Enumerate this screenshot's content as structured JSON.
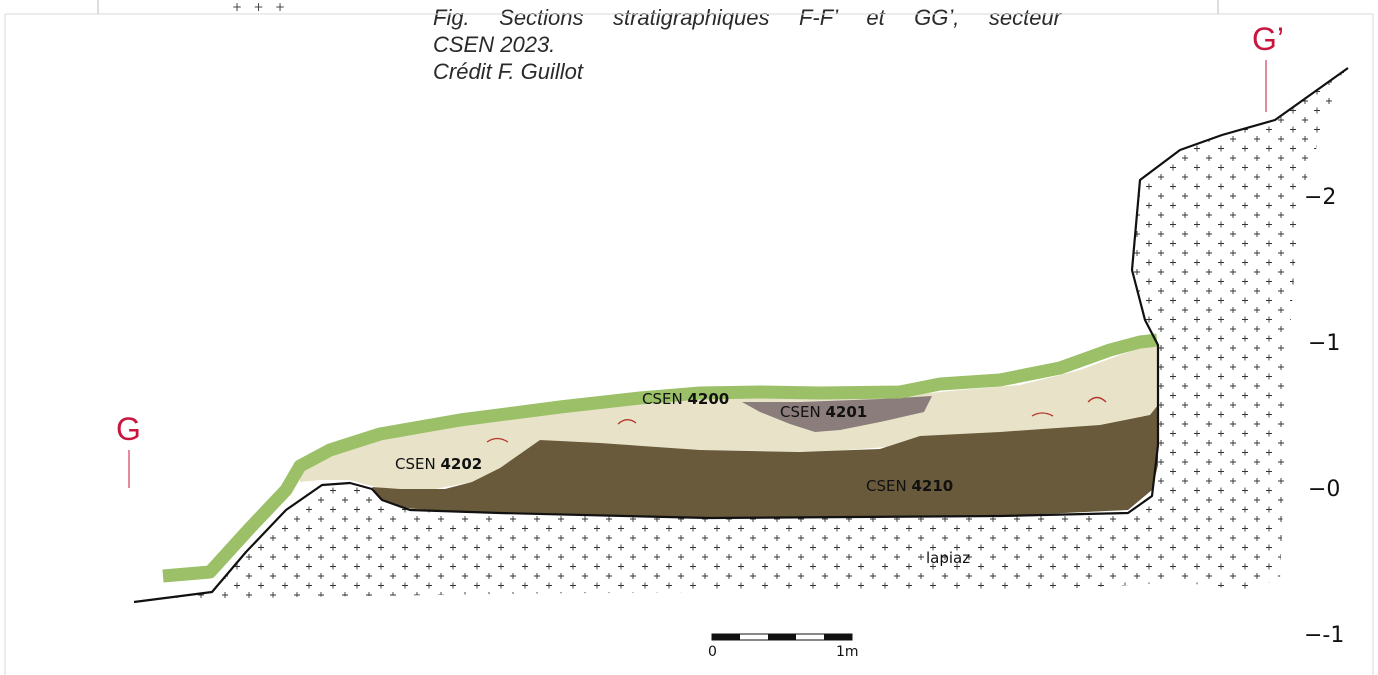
{
  "caption": {
    "line1": "Fig.  Sections  stratigraphiques F-F’  et  GG’,  secteur",
    "line2": "CSEN 2023.",
    "line3": "Crédit F. Guillot"
  },
  "section_markers": {
    "start": "G",
    "end": "G’",
    "color": "#c8163e"
  },
  "layers": {
    "l4200": {
      "prefix": "CSEN ",
      "code": "4200"
    },
    "l4201": {
      "prefix": "CSEN ",
      "code": "4201"
    },
    "l4202": {
      "prefix": "CSEN ",
      "code": "4202"
    },
    "l4210": {
      "prefix": "CSEN ",
      "code": "4210"
    },
    "bedrock": "lapiaz"
  },
  "elevation_ticks": [
    "−2",
    "−1",
    "−0",
    "−-1"
  ],
  "scale_bar": {
    "start_label": "0",
    "end_label": "1m"
  },
  "colors": {
    "topsoil_4200": "#9bc067",
    "sediment_4202": "#e8e3c8",
    "pit_4201": "#8a7d7c",
    "deposit_4210": "#6a5a3c",
    "bedrock_outline": "#111111"
  }
}
